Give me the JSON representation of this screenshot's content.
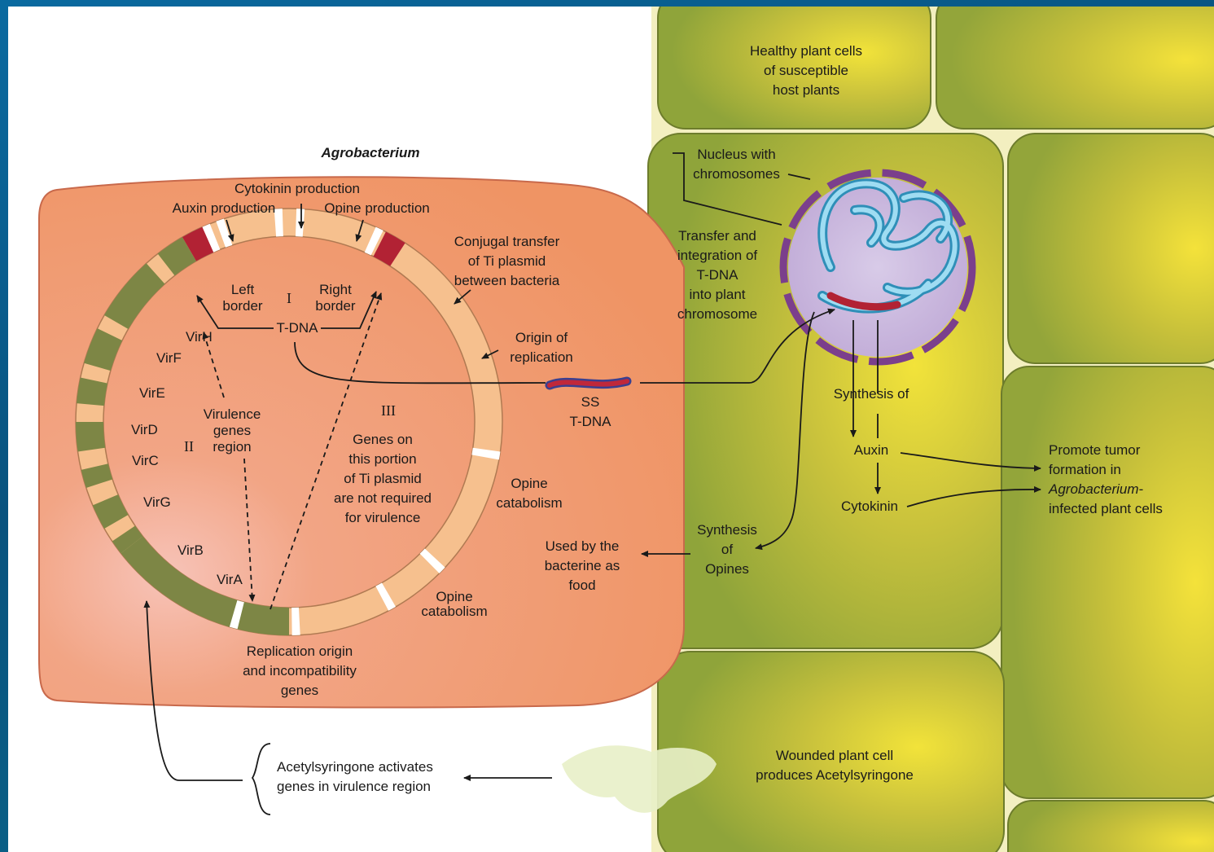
{
  "title": "Agrobacterium",
  "plasmid": {
    "top_labels": {
      "cytokinin": "Cytokinin production",
      "auxin": "Auxin production",
      "opine_prod": "Opine production"
    },
    "left_border": [
      "Left",
      "border"
    ],
    "right_border": [
      "Right",
      "border"
    ],
    "region_I": "I",
    "region_II": "II",
    "region_III": "III",
    "tdna": "T-DNA",
    "vir_genes": [
      "VirH",
      "VirF",
      "VirE",
      "VirD",
      "VirC",
      "VirG",
      "VirB",
      "VirA"
    ],
    "virulence_region": [
      "Virulence",
      "genes",
      "region"
    ],
    "genes_not_required": [
      "Genes on",
      "this portion",
      "of Ti plasmid",
      "are not required",
      "for virulence"
    ],
    "conjugal": [
      "Conjugal transfer",
      "of Ti plasmid",
      "between bacteria"
    ],
    "origin": [
      "Origin of",
      "replication"
    ],
    "opine_cat_1": [
      "Opine",
      "catabolism"
    ],
    "opine_cat_2": [
      "Opine",
      "catabolism"
    ],
    "replication": [
      "Replication origin",
      "and incompatibility",
      "genes"
    ]
  },
  "ss_tdna": [
    "SS",
    "T-DNA"
  ],
  "used_by_bacteria": [
    "Used by the",
    "bacterine as",
    "food"
  ],
  "plant": {
    "healthy": [
      "Healthy plant cells",
      "of susceptible",
      "host plants"
    ],
    "nucleus": [
      "Nucleus with",
      "chromosomes"
    ],
    "transfer": [
      "Transfer and",
      "integration of",
      "T-DNA",
      "into plant",
      "chromosome"
    ],
    "synthesis_of": "Synthesis of",
    "auxin": "Auxin",
    "cytokinin": "Cytokinin",
    "synthesis_opines": [
      "Synthesis",
      "of",
      "Opines"
    ],
    "promote": [
      "Promote tumor",
      "formation in"
    ],
    "promote_italic": "Agrobacterium",
    "promote_end": "-",
    "promote_last": "infected plant cells",
    "wounded": [
      "Wounded plant cell",
      "produces Acetylsyringone"
    ]
  },
  "acetyl": [
    "Acetylsyringone activates",
    "genes in virulence region"
  ],
  "colors": {
    "bacterium": "#f2a27c",
    "plant_cell": "#9fb23c",
    "ring_outer": "#f6c08e",
    "vir_segment": "#7d8645",
    "tdna_red": "#b22234",
    "nucleus": "#c8b6dc",
    "envelope": "#7b3f8c",
    "chromosome": "#7ec8e6"
  }
}
